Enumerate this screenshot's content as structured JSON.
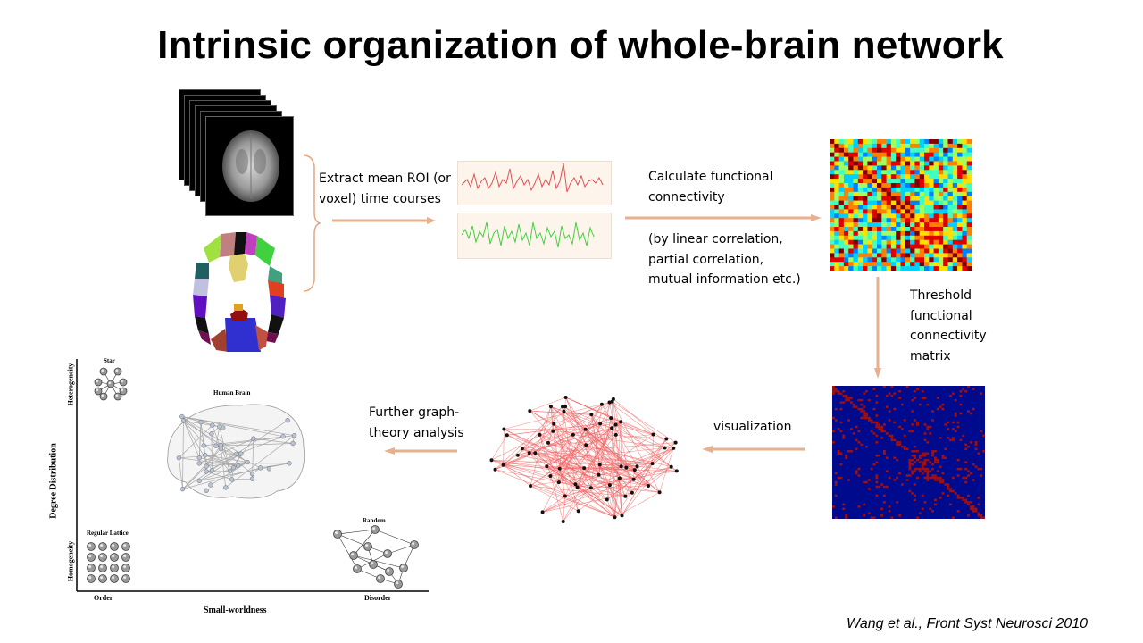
{
  "title": "Intrinsic organization of whole-brain network",
  "steps": {
    "extract": [
      "Extract mean ROI (or",
      "voxel) time courses"
    ],
    "calculate": [
      "Calculate functional",
      "connectivity"
    ],
    "methods": [
      "(by linear correlation,",
      "partial correlation,",
      "mutual information etc.)"
    ],
    "threshold": [
      "Threshold",
      "functional",
      "connectivity",
      "matrix"
    ],
    "visualization": "visualization",
    "further": [
      "Further graph-",
      "theory analysis"
    ]
  },
  "graph_theory_plot": {
    "y_axis_label": "Degree Distribution",
    "y_top": "Heterogeneity",
    "y_bottom": "Homogeneity",
    "x_axis_label": "Small-worldness",
    "x_left": "Order",
    "x_right": "Disorder",
    "star_label": "Star",
    "brain_label": "Human Brain",
    "lattice_label": "Regular Lattice",
    "random_label": "Random"
  },
  "colors": {
    "arrow": "#e8b08e",
    "bracket": "#e4a582",
    "trace_red": "#e05050",
    "trace_green": "#40d040",
    "network_edge": "#f06464",
    "matrix_bg_binary": "#000a8c",
    "matrix_dot": "#a01010"
  },
  "citation": "Wang et al., Front Syst Neurosci 2010"
}
